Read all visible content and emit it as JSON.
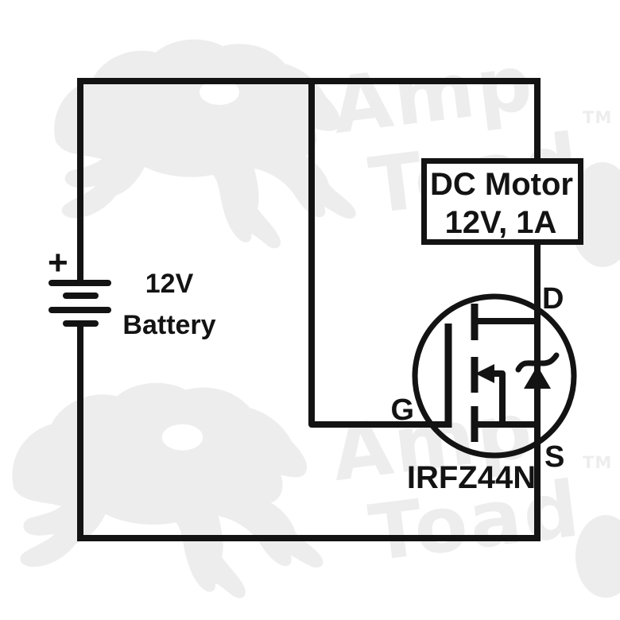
{
  "diagram": {
    "type": "circuit-schematic",
    "description": "12V battery driving a DC motor switched by an IRFZ44N N-channel MOSFET"
  },
  "battery": {
    "polarity_label": "+",
    "voltage_label": "12V",
    "name_label": "Battery"
  },
  "motor": {
    "label_line1": "DC Motor",
    "label_line2": "12V, 1A"
  },
  "mosfet": {
    "part_number": "IRFZ44N",
    "drain_label": "D",
    "gate_label": "G",
    "source_label": "S"
  },
  "watermark": {
    "brand_word1": "Amp",
    "brand_word2": "Toad",
    "trademark": "TM"
  },
  "colors": {
    "ink": "#131313",
    "watermark_gray": "#ededed",
    "background": "#ffffff"
  }
}
